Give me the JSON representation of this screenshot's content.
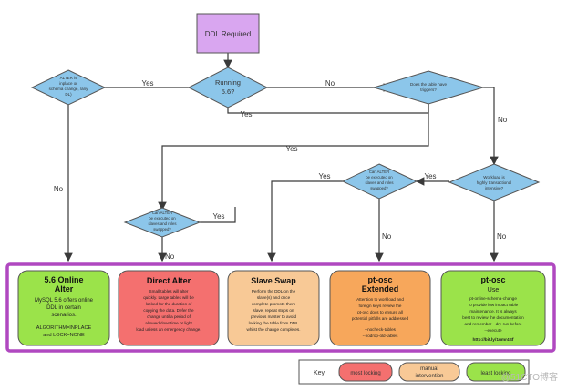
{
  "diagram": {
    "start": {
      "label": "DDL Required"
    },
    "decisions": {
      "running56": {
        "line1": "Running",
        "line2": "5.6?"
      },
      "alter_inplace": {
        "line1": "ALTER is",
        "line2": "inplace or",
        "line3": "schema change, /any",
        "line4": "DL)"
      },
      "has_triggers": {
        "line1": "Does the table have",
        "line2": "triggers?"
      },
      "transactional": {
        "line1": "Workload is",
        "line2": "highly transactional",
        "line3": "intensive?"
      },
      "alter_slaves": {
        "line1": "Can ALTER",
        "line2": "be executed on",
        "line3": "slaves and roles",
        "line4": "swapped?"
      },
      "alter_online": {
        "line1": "Can ALTER",
        "line2": "be executed on",
        "line3": "slaves and roles",
        "line4": "swapped?"
      }
    },
    "edges": {
      "yes": "Yes",
      "no": "No"
    },
    "outcomes": [
      {
        "title1": "5.6 Online",
        "title2": "Alter",
        "b1": "MySQL 5.6 offers online",
        "b2": "DDL in certain",
        "b3": "scenarios.",
        "b4": "",
        "b5": "ALGORITHM=INPLACE",
        "b6": "and LOCK=NONE",
        "b7": ""
      },
      {
        "title1": "Direct Alter",
        "title2": "",
        "b1": "Small tables will alter",
        "b2": "quickly. Large tables will be",
        "b3": "locked for the duration of",
        "b4": "copying the data. Defer the",
        "b5": "change until a period of",
        "b6": "allowed downtime or light",
        "b7": "load unless an emergency change."
      },
      {
        "title1": "Slave Swap",
        "title2": "",
        "b1": "Perform the DDL on the",
        "b2": "slave(s) and once",
        "b3": "complete promote them",
        "b4": "slave, repeat steps on",
        "b5": "previous master to avoid",
        "b6": "locking the table from DML",
        "b7": "whilst the change completes."
      },
      {
        "title1": "pt-osc",
        "title2": "Extended",
        "b1": "Attention to workload and",
        "b2": "foreign keys review the",
        "b3": "pt-osc docs to ensure all",
        "b4": "potential pitfalls are addressed",
        "b5": "--nocheck-tables",
        "b6": "--nodrop-old-tables",
        "b7": ""
      },
      {
        "title1": "pt-osc",
        "title2": "Use",
        "b1": "pt-online-schema-change",
        "b2": "to provide low impact table",
        "b3": "maintenance. It is always",
        "b4": "best to review the documentation",
        "b5": "and remember --dry-run before",
        "b6": "--execute",
        "b7": "http://bit.ly/1umr4Sf"
      }
    ],
    "key": {
      "label": "Key",
      "most": "most locking",
      "manual1": "manual",
      "manual2": "intervention",
      "least": "least locking"
    },
    "watermark": "@51CTO博客"
  }
}
